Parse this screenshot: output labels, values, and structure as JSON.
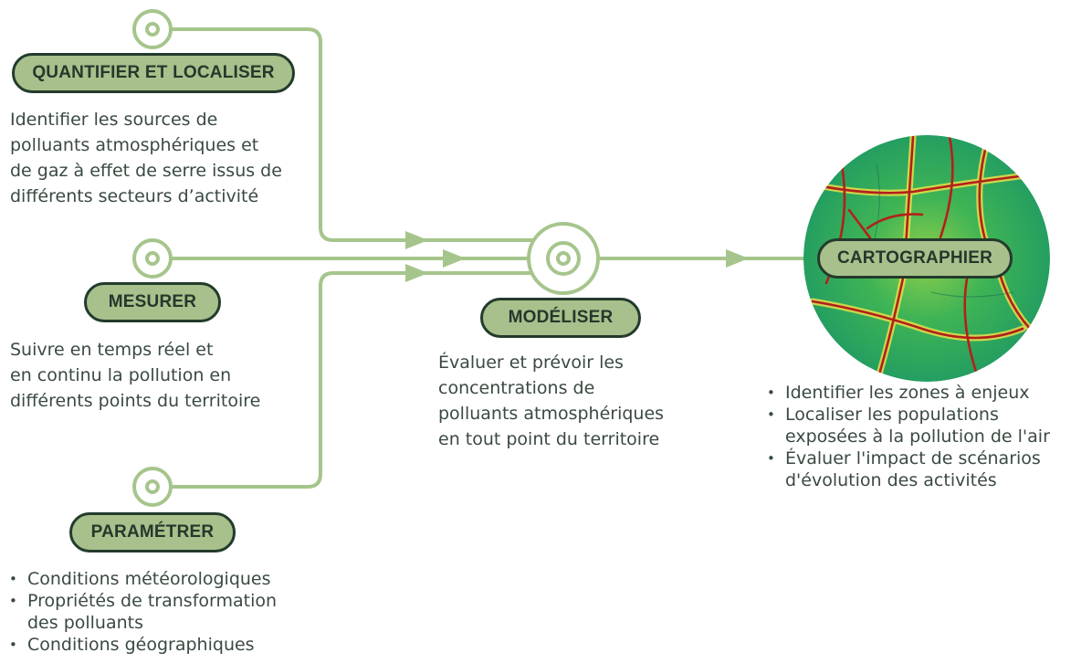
{
  "colors": {
    "connector": "#a6c58c",
    "pill_fill": "#a8c08b",
    "pill_border": "#233b2c",
    "text": "#3a4a41",
    "map_green": "#2fb05a",
    "map_road": "#b3201a"
  },
  "nodes": {
    "quantifier": {
      "label": "QUANTIFIER ET LOCALISER",
      "lines": [
        "Identifier les sources de",
        "polluants atmosphériques et",
        "de gaz à effet de serre issus de",
        "différents secteurs d’activité"
      ]
    },
    "mesurer": {
      "label": "MESURER",
      "lines": [
        "Suivre en temps réel et",
        "en continu la pollution en",
        "différents points du territoire"
      ]
    },
    "parametrer": {
      "label": "PARAMÉTRER",
      "bullets": [
        [
          "Conditions météorologiques"
        ],
        [
          "Propriétés de transformation",
          "des polluants"
        ],
        [
          "Conditions géographiques"
        ]
      ]
    },
    "modeliser": {
      "label": "MODÉLISER",
      "lines": [
        "Évaluer et prévoir les",
        "concentrations de",
        "polluants atmosphériques",
        "en tout point du territoire"
      ]
    },
    "cartographier": {
      "label": "CARTOGRAPHIER",
      "bullets": [
        [
          "Identifier les zones à enjeux"
        ],
        [
          "Localiser les populations",
          "exposées à la pollution de l'air"
        ],
        [
          "Évaluer l'impact de scénarios",
          "d'évolution des activités"
        ]
      ]
    }
  }
}
